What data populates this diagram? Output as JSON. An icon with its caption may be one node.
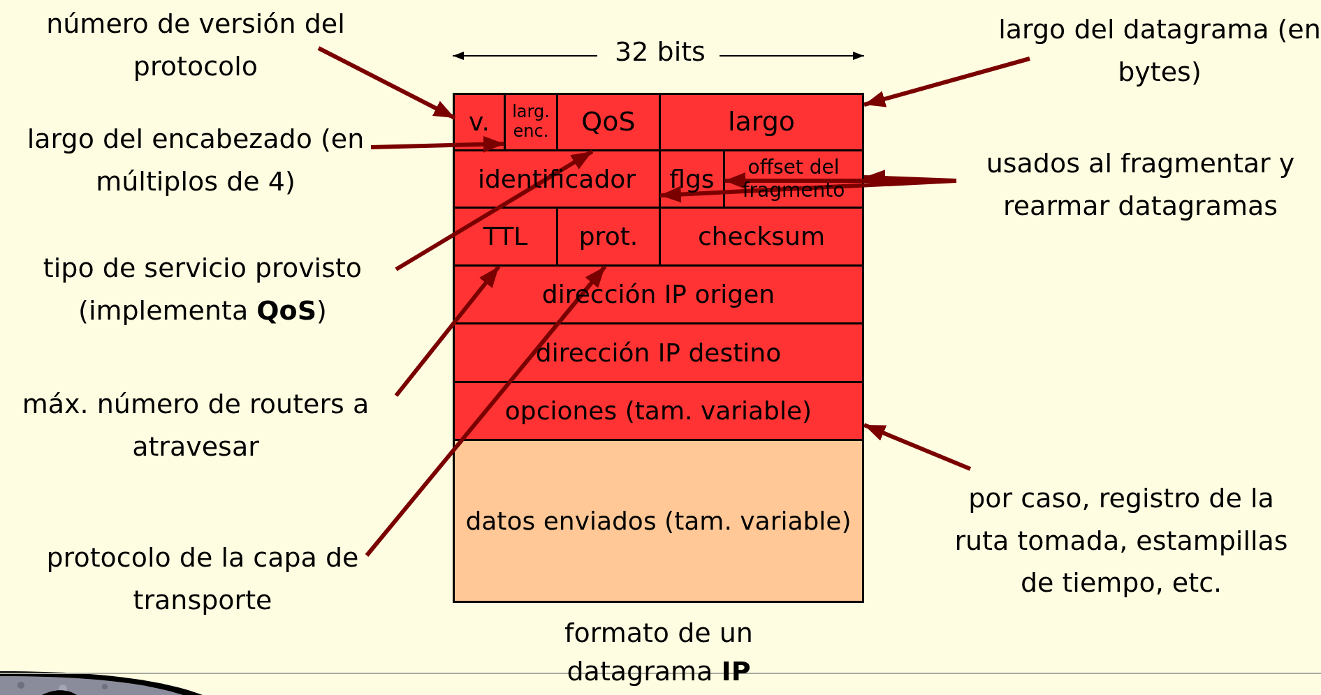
{
  "diagram": {
    "caption": "formato de un datagrama **IP**",
    "nodes": [
      {
        "text": [
          "v."
        ]
      },
      {
        "text": [
          "larg. enc."
        ]
      },
      {
        "text": [
          "QoS"
        ]
      },
      {
        "text": [
          "largo"
        ]
      },
      {
        "text": [
          "identificador"
        ]
      },
      {
        "text": [
          "flgs"
        ]
      },
      {
        "text": [
          "offset del fragmento"
        ]
      },
      {
        "text": [
          "TTL"
        ]
      },
      {
        "text": [
          "prot."
        ]
      },
      {
        "text": [
          "checksum"
        ]
      },
      {
        "text": [
          "dirección IP origen"
        ]
      },
      {
        "text": [
          "dirección IP destino"
        ]
      },
      {
        "text": [
          "opciones (tam. variable)"
        ]
      },
      {
        "text": [
          "datos enviados (tam. variable)"
        ]
      },
      {
        "text": [
          "número de versión del protocolo"
        ]
      },
      {
        "text": [
          "largo del encabezado (en múltiplos de 4)"
        ]
      },
      {
        "text": [
          "tipo de servicio provisto (implementa **QoS**)"
        ]
      },
      {
        "text": [
          "máx. número de routers a atravesar"
        ]
      },
      {
        "text": [
          "protocolo de la capa de transporte"
        ]
      },
      {
        "text": [
          "largo del datagrama (en bytes)"
        ]
      },
      {
        "text": [
          "usados al fragmentar y rearmar datagramas"
        ]
      },
      {
        "text": [
          "por caso, registro de la ruta tomada, estampillas de tiempo, etc."
        ]
      }
    ],
    "edges": [
      {
        "from": 14,
        "to": 0,
        "arrow": "to"
      },
      {
        "from": 15,
        "to": 1,
        "arrow": "to"
      },
      {
        "from": 16,
        "to": 2,
        "arrow": "to"
      },
      {
        "from": 17,
        "to": 7,
        "arrow": "to"
      },
      {
        "from": 18,
        "to": 8,
        "arrow": "to"
      },
      {
        "from": 19,
        "to": 3,
        "arrow": "to"
      },
      {
        "from": 20,
        "to": 6,
        "arrow": "to"
      },
      {
        "from": 20,
        "to": 5,
        "arrow": "to"
      },
      {
        "from": 20,
        "to": 4,
        "arrow": "to"
      },
      {
        "from": 21,
        "to": 12,
        "arrow": "to"
      }
    ],
    "labels": [
      "32 bits"
    ]
  }
}
